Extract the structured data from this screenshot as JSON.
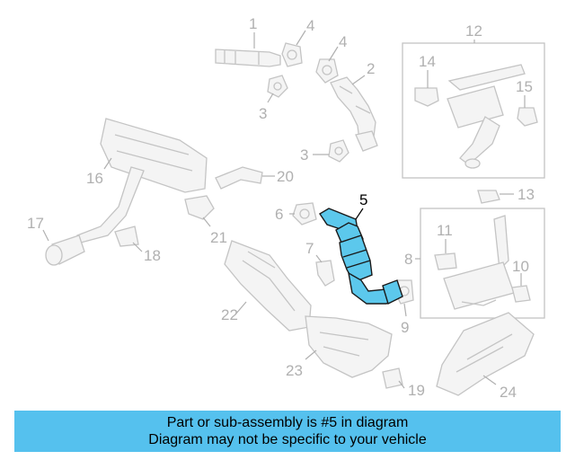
{
  "diagram": {
    "callouts": {
      "c1": "1",
      "c2": "2",
      "c3a": "3",
      "c3b": "3",
      "c4a": "4",
      "c4b": "4",
      "c5": "5",
      "c6": "6",
      "c7": "7",
      "c8": "8",
      "c9": "9",
      "c10": "10",
      "c11": "11",
      "c12": "12",
      "c13": "13",
      "c14": "14",
      "c15": "15",
      "c16": "16",
      "c17": "17",
      "c18": "18",
      "c19": "19",
      "c20": "20",
      "c21": "21",
      "c22": "22",
      "c23": "23",
      "c24": "24"
    },
    "highlighted_part": "5",
    "colors": {
      "highlight": "#5cc8ec",
      "callout_inactive": "#b0b0b0",
      "banner": "#55c1ee"
    }
  },
  "banner": {
    "line1": "Part or sub-assembly is #5 in diagram",
    "line2": "Diagram may not be specific to your vehicle"
  }
}
